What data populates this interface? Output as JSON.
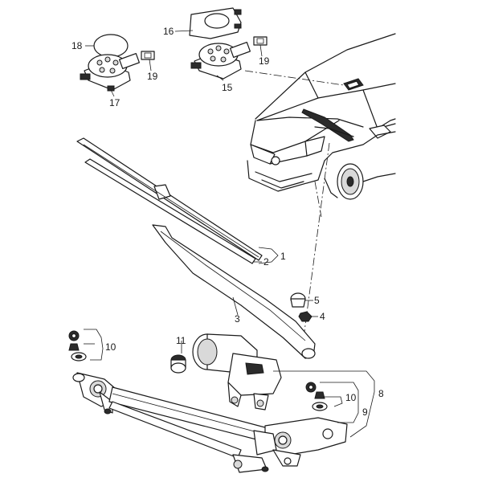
{
  "callouts": {
    "c1": "1",
    "c2": "2",
    "c3": "3",
    "c4": "4",
    "c5": "5",
    "c8": "8",
    "c9": "9",
    "c10a": "10",
    "c10b": "10",
    "c11": "11",
    "c15": "15",
    "c16": "16",
    "c17": "17",
    "c18": "18",
    "c19a": "19",
    "c19b": "19"
  }
}
